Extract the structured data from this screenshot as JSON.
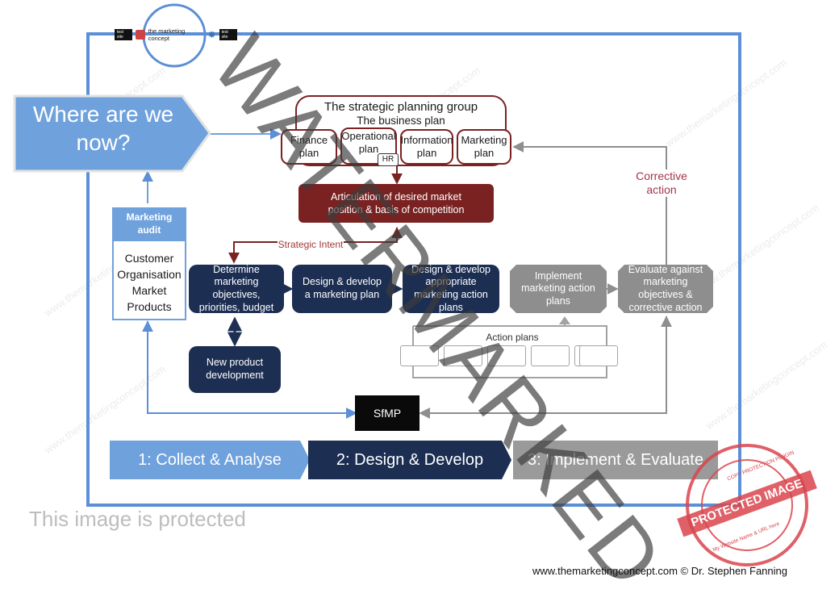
{
  "header": {
    "brand": "the marketing concept",
    "left_tag": "test site",
    "right_tag": "test site"
  },
  "where_are_we": "Where are we now?",
  "strategic_group": {
    "title": "The strategic planning group",
    "subtitle": "The business plan",
    "plans": [
      "Finance plan",
      "Operational plan",
      "Information plan",
      "Marketing plan"
    ],
    "hr": "HR"
  },
  "articulation": "Articulation of desired market position & basis of competition",
  "strategic_intent": "Strategic Intent",
  "corrective_action": "Corrective action",
  "marketing_audit": {
    "header": "Marketing audit",
    "items": [
      "Customer",
      "Organisation",
      "Market",
      "Products"
    ]
  },
  "navy_boxes": {
    "determine": "Determine marketing objectives, priorities, budget",
    "design_plan": "Design & develop a marketing plan",
    "design_action": "Design & develop appropriate marketing action plans",
    "new_product": "New product development"
  },
  "grey_boxes": {
    "implement": "Implement marketing action plans",
    "evaluate": "Evaluate against marketing objectives & corrective action"
  },
  "action_plans": "Action plans",
  "sfmp": "SfMP",
  "phases": [
    "1: Collect & Analyse",
    "2:  Design & Develop",
    "3: Implement & Evaluate"
  ],
  "watermark": "WATERMARKED",
  "protected_text": "This image is protected",
  "stamp": {
    "center": "PROTECTED IMAGE",
    "ring_top": "COPY PROTECTION PLUGIN",
    "ring_bottom": "My Website Name & URL here"
  },
  "footer_credit": "www.themarketingconcept.com © Dr. Stephen Fanning",
  "tiled_watermark": "www.themarketingconcept.com",
  "colors": {
    "frame_blue": "#5b8fd6",
    "maroon": "#7a2222",
    "navy": "#1c2e52",
    "grey": "#8e8e8e",
    "light_blue": "#6fa1dc",
    "stamp_red": "#d9444c"
  }
}
